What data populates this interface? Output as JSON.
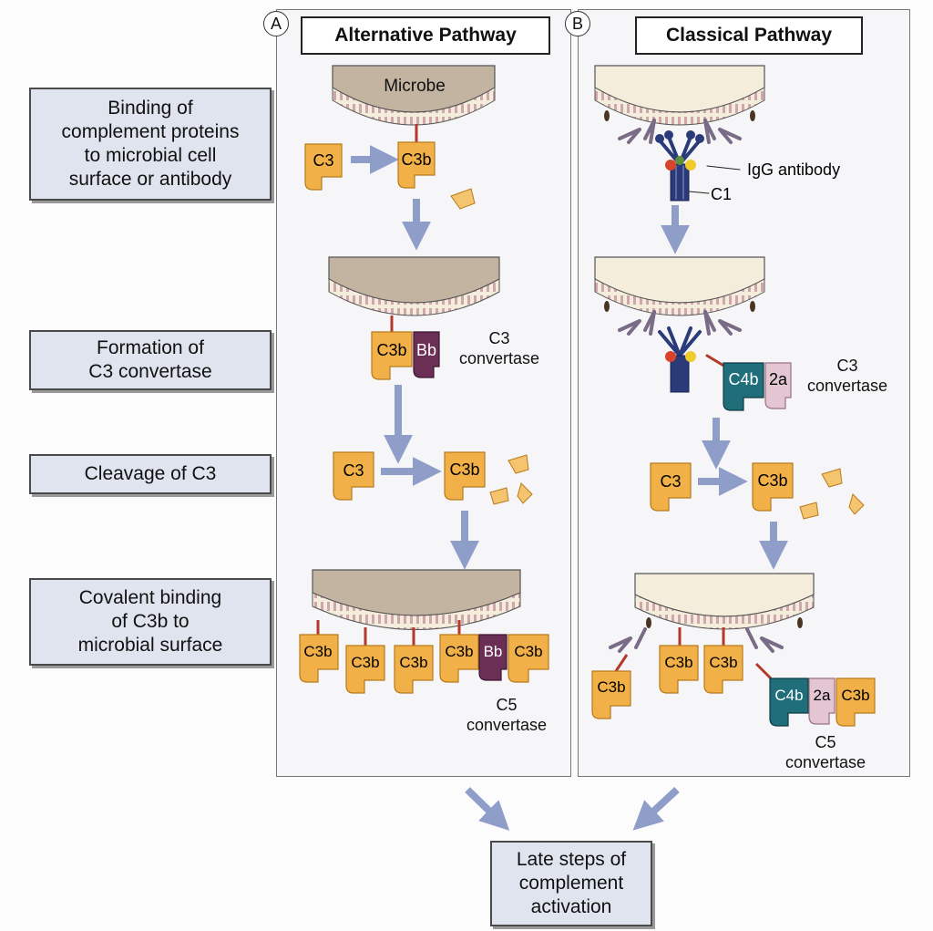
{
  "steps": {
    "binding": [
      "Binding of",
      "complement proteins",
      "to microbial cell",
      "surface or antibody"
    ],
    "formation": [
      "Formation of",
      "C3 convertase"
    ],
    "cleavage": [
      "Cleavage of C3"
    ],
    "covalent": [
      "Covalent binding",
      "of C3b to",
      "microbial surface"
    ]
  },
  "panelA": {
    "letter": "A",
    "title": "Alternative Pathway",
    "microbe": "Microbe",
    "c3": "C3",
    "c3b": "C3b",
    "bb": "Bb",
    "c3_convertase": [
      "C3",
      "convertase"
    ],
    "c5_convertase": [
      "C5",
      "convertase"
    ]
  },
  "panelB": {
    "letter": "B",
    "title": "Classical Pathway",
    "igg": "IgG antibody",
    "c1": "C1",
    "c3": "C3",
    "c3b": "C3b",
    "c4b": "C4b",
    "c2a": "2a",
    "c3_convertase": [
      "C3",
      "convertase"
    ],
    "c5_convertase": [
      "C5",
      "convertase"
    ]
  },
  "final": [
    "Late steps of",
    "complement",
    "activation"
  ],
  "colors": {
    "c3": "#f2b148",
    "bb": "#6b2f56",
    "c4b": "#1f6e79",
    "c2a": "#e4c6d3",
    "arrow": "#8f9ec9",
    "microbe": "#c3b4a2",
    "c1": "#2b3a78"
  }
}
